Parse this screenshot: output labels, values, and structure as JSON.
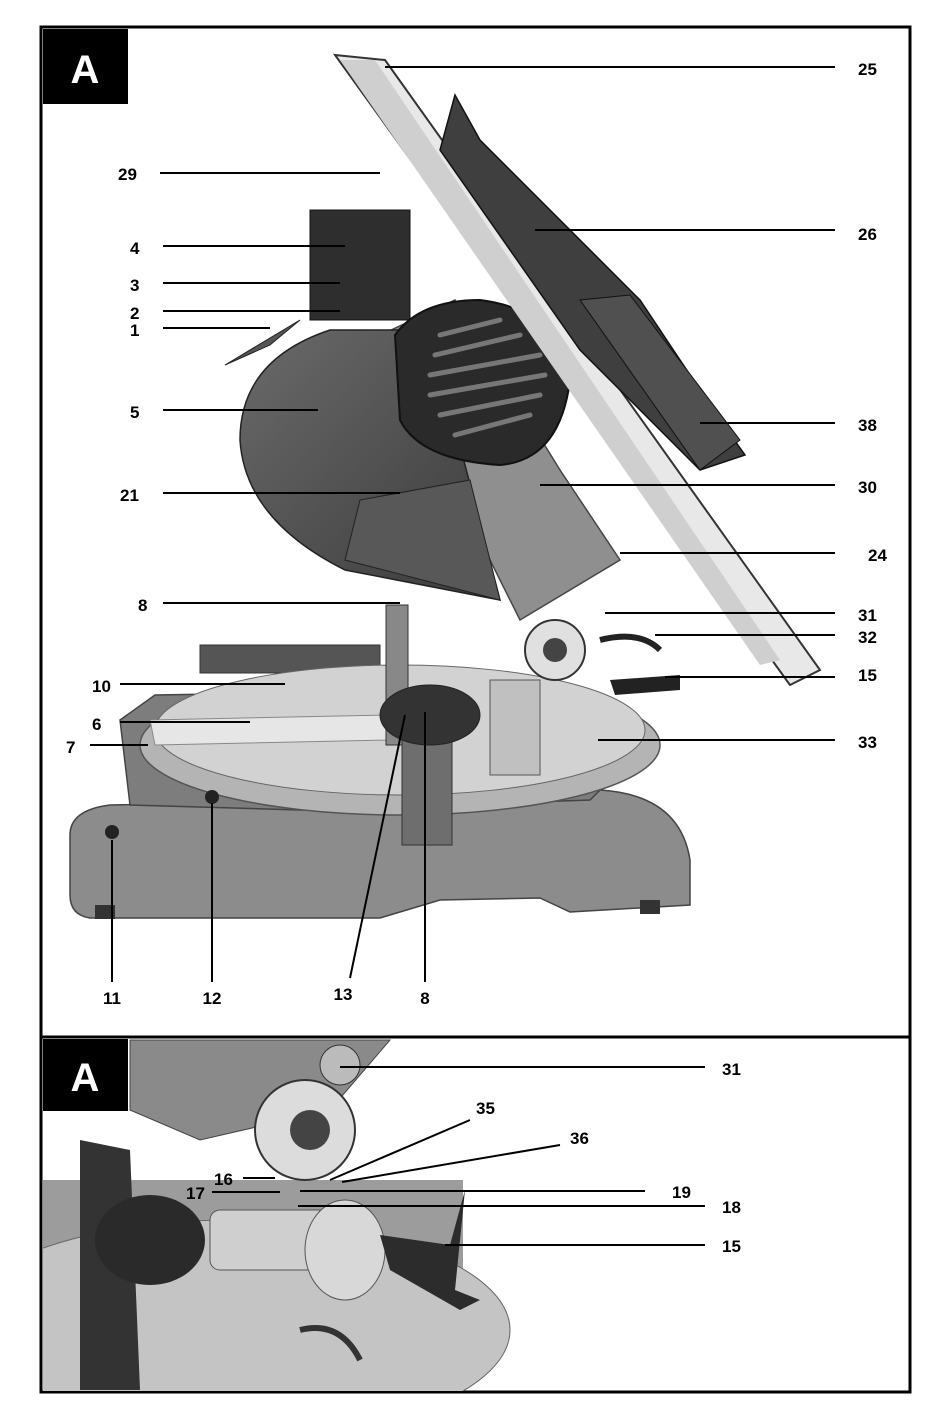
{
  "panels": [
    {
      "badge": "A",
      "labels": [
        "25",
        "29",
        "26",
        "4",
        "3",
        "2",
        "1",
        "5",
        "38",
        "21",
        "30",
        "24",
        "8",
        "31",
        "32",
        "15",
        "10",
        "6",
        "33",
        "7",
        "11",
        "12",
        "13",
        "8"
      ]
    },
    {
      "badge": "A",
      "labels": [
        "31",
        "35",
        "36",
        "16",
        "17",
        "19",
        "18",
        "15"
      ]
    }
  ]
}
